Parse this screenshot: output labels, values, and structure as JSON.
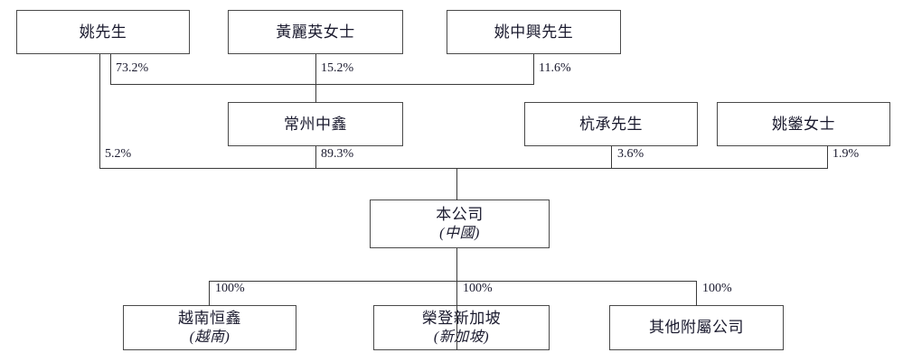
{
  "diagram": {
    "title": "Shareholding and group structure chart",
    "colors": {
      "border": "#4a4a4a",
      "line": "#3a3a3a",
      "text": "#1a1a2e",
      "background": "#ffffff"
    },
    "nodes": {
      "yao_mr": {
        "name": "姚先生",
        "sub": ""
      },
      "huang_ms": {
        "name": "黃麗英女士",
        "sub": ""
      },
      "yao_zhongxing_mr": {
        "name": "姚中興先生",
        "sub": ""
      },
      "changzhou_zhongxin": {
        "name": "常州中鑫",
        "sub": ""
      },
      "hang_cheng_mr": {
        "name": "杭承先生",
        "sub": ""
      },
      "yao_ying_ms": {
        "name": "姚鎣女士",
        "sub": ""
      },
      "company": {
        "name": "本公司",
        "sub": "(中國)"
      },
      "vietnam_hengxin": {
        "name": "越南恒鑫",
        "sub": "(越南)"
      },
      "rongdeng_singapore": {
        "name": "榮登新加坡",
        "sub": "(新加坡)"
      },
      "other_subsidiaries": {
        "name": "其他附屬公司",
        "sub": ""
      }
    },
    "edges": {
      "yao_to_changzhou": "73.2%",
      "huang_to_changzhou": "15.2%",
      "yaozx_to_changzhou": "11.6%",
      "yao_to_company": "5.2%",
      "changzhou_to_company": "89.3%",
      "hangcheng_to_company": "3.6%",
      "yaoying_to_company": "1.9%",
      "company_to_vietnam": "100%",
      "company_to_singapore": "100%",
      "company_to_other": "100%"
    }
  },
  "chart_data": {
    "type": "diagram",
    "title": "Shareholding and group structure chart",
    "nodes": [
      {
        "id": "yao_mr",
        "label": "姚先生",
        "tier": 1
      },
      {
        "id": "huang_ms",
        "label": "黃麗英女士",
        "tier": 1
      },
      {
        "id": "yao_zhongxing_mr",
        "label": "姚中興先生",
        "tier": 1
      },
      {
        "id": "changzhou_zhongxin",
        "label": "常州中鑫",
        "tier": 2
      },
      {
        "id": "hang_cheng_mr",
        "label": "杭承先生",
        "tier": 2
      },
      {
        "id": "yao_ying_ms",
        "label": "姚鎣女士",
        "tier": 2
      },
      {
        "id": "company",
        "label": "本公司 (中國)",
        "tier": 3
      },
      {
        "id": "vietnam_hengxin",
        "label": "越南恒鑫 (越南)",
        "tier": 4
      },
      {
        "id": "rongdeng_singapore",
        "label": "榮登新加坡 (新加坡)",
        "tier": 4
      },
      {
        "id": "other_subsidiaries",
        "label": "其他附屬公司",
        "tier": 4
      }
    ],
    "links": [
      {
        "from": "yao_mr",
        "to": "changzhou_zhongxin",
        "value": 73.2,
        "label": "73.2%"
      },
      {
        "from": "huang_ms",
        "to": "changzhou_zhongxin",
        "value": 15.2,
        "label": "15.2%"
      },
      {
        "from": "yao_zhongxing_mr",
        "to": "changzhou_zhongxin",
        "value": 11.6,
        "label": "11.6%"
      },
      {
        "from": "yao_mr",
        "to": "company",
        "value": 5.2,
        "label": "5.2%"
      },
      {
        "from": "changzhou_zhongxin",
        "to": "company",
        "value": 89.3,
        "label": "89.3%"
      },
      {
        "from": "hang_cheng_mr",
        "to": "company",
        "value": 3.6,
        "label": "3.6%"
      },
      {
        "from": "yao_ying_ms",
        "to": "company",
        "value": 1.9,
        "label": "1.9%"
      },
      {
        "from": "company",
        "to": "vietnam_hengxin",
        "value": 100,
        "label": "100%"
      },
      {
        "from": "company",
        "to": "rongdeng_singapore",
        "value": 100,
        "label": "100%"
      },
      {
        "from": "company",
        "to": "other_subsidiaries",
        "value": 100,
        "label": "100%"
      }
    ]
  }
}
